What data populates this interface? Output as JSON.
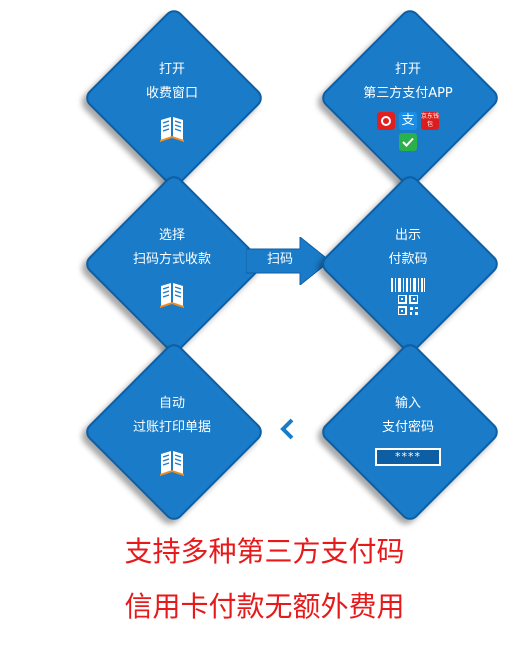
{
  "steps": {
    "open_window": {
      "line1": "打开",
      "line2": "收费窗口"
    },
    "open_app": {
      "line1": "打开",
      "line2": "第三方支付APP"
    },
    "select_method": {
      "line1": "选择",
      "line2": "扫码方式收款"
    },
    "show_code": {
      "line1": "出示",
      "line2": "付款码"
    },
    "enter_password": {
      "line1": "输入",
      "line2": "支付密码",
      "password_mask": "****"
    },
    "auto_print": {
      "line1": "自动",
      "line2": "过账打印单据"
    }
  },
  "scan_arrow_label": "扫码",
  "payment_app_icons": [
    "pinduoduo-icon",
    "alipay-icon",
    "jd-wallet-icon",
    "wechat-check-icon"
  ],
  "jd_wallet_text": "京东钱包",
  "alipay_glyph": "支",
  "taglines": {
    "line1": "支持多种第三方支付码",
    "line2": "信用卡付款无额外费用"
  },
  "colors": {
    "diamond_fill": "#1a7cc9",
    "diamond_border": "#0e5ea3",
    "tagline": "#e6191b",
    "logo_orange": "#f28c1e"
  }
}
